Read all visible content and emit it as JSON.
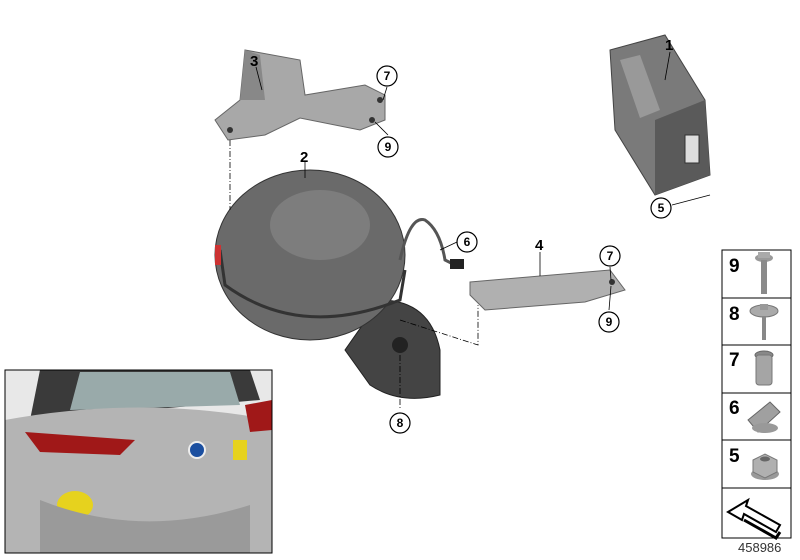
{
  "callouts": {
    "c1": "1",
    "c2": "2",
    "c3": "3",
    "c4": "4",
    "c5": "5",
    "c6": "6",
    "c7a": "7",
    "c7b": "7",
    "c8": "8",
    "c9a": "9",
    "c9b": "9"
  },
  "legend": {
    "items": [
      {
        "number": "9",
        "icon": "flange-bolt-icon"
      },
      {
        "number": "8",
        "icon": "washer-bolt-icon"
      },
      {
        "number": "7",
        "icon": "rivet-nut-icon"
      },
      {
        "number": "6",
        "icon": "clip-nut-icon"
      },
      {
        "number": "5",
        "icon": "hex-flange-nut-icon"
      },
      {
        "number": "",
        "icon": "arrow-icon"
      }
    ]
  },
  "drawing_number": "458986",
  "colors": {
    "part": "#8a8a8a",
    "part_dark": "#4a4a4a",
    "highlight": "#e6d21e",
    "car": "#b8b8b8"
  }
}
